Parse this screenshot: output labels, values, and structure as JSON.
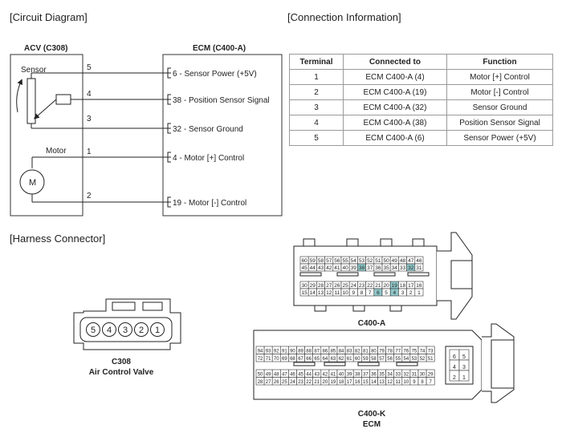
{
  "headings": {
    "circuit": "[Circuit Diagram]",
    "connection": "[Connection Information]",
    "harness": "[Harness Connector]"
  },
  "circuit": {
    "acv_title": "ACV (C308)",
    "ecm_title": "ECM (C400-A)",
    "sensor_label": "Sensor",
    "motor_label": "Motor",
    "motor_symbol": "M",
    "wires": [
      {
        "pin": "5",
        "ecm_label": "6 - Sensor Power (+5V)"
      },
      {
        "pin": "4",
        "ecm_label": "38 - Position Sensor Signal"
      },
      {
        "pin": "3",
        "ecm_label": "32 - Sensor Ground"
      },
      {
        "pin": "1",
        "ecm_label": "4 - Motor [+] Control"
      },
      {
        "pin": "2",
        "ecm_label": "19 - Motor [-] Control"
      }
    ]
  },
  "connection_table": {
    "headers": [
      "Terminal",
      "Connected to",
      "Function"
    ],
    "rows": [
      [
        "1",
        "ECM C400-A (4)",
        "Motor [+] Control"
      ],
      [
        "2",
        "ECM C400-A (19)",
        "Motor [-] Control"
      ],
      [
        "3",
        "ECM C400-A (32)",
        "Sensor Ground"
      ],
      [
        "4",
        "ECM C400-A (38)",
        "Position Sensor Signal"
      ],
      [
        "5",
        "ECM C400-A (6)",
        "Sensor Power (+5V)"
      ]
    ]
  },
  "harness": {
    "c308": {
      "pins": [
        "5",
        "4",
        "3",
        "2",
        "1"
      ],
      "name": "C308",
      "desc": "Air Control Valve"
    },
    "c400a": {
      "label": "C400-A",
      "row1": [
        "60",
        "59",
        "58",
        "57",
        "56",
        "55",
        "54",
        "53",
        "52",
        "51",
        "50",
        "49",
        "48",
        "47",
        "46"
      ],
      "row2": [
        "45",
        "44",
        "43",
        "42",
        "41",
        "40",
        "39",
        "38",
        "37",
        "36",
        "35",
        "34",
        "33",
        "32",
        "31"
      ],
      "row3": [
        "30",
        "29",
        "28",
        "27",
        "26",
        "25",
        "24",
        "23",
        "22",
        "21",
        "20",
        "19",
        "18",
        "17",
        "16"
      ],
      "row4": [
        "15",
        "14",
        "13",
        "12",
        "11",
        "10",
        "9",
        "8",
        "7",
        "6",
        "5",
        "4",
        "3",
        "2",
        "1"
      ],
      "highlighted": [
        "38",
        "32",
        "19",
        "6",
        "4"
      ],
      "highlight_color": "#8fc7c9"
    },
    "c400k": {
      "label": "C400-K",
      "sublabel": "ECM",
      "row1": [
        "94",
        "93",
        "92",
        "91",
        "90",
        "89",
        "88",
        "87",
        "86",
        "85",
        "84",
        "83",
        "82",
        "81",
        "80",
        "79",
        "78",
        "77",
        "76",
        "75",
        "74",
        "73"
      ],
      "row2": [
        "72",
        "71",
        "70",
        "69",
        "68",
        "67",
        "66",
        "65",
        "64",
        "63",
        "62",
        "61",
        "60",
        "59",
        "58",
        "57",
        "56",
        "55",
        "54",
        "53",
        "52",
        "51"
      ],
      "row3": [
        "50",
        "49",
        "48",
        "47",
        "46",
        "45",
        "44",
        "43",
        "42",
        "41",
        "40",
        "39",
        "38",
        "37",
        "36",
        "35",
        "34",
        "33",
        "32",
        "31",
        "30",
        "29"
      ],
      "row4": [
        "28",
        "27",
        "26",
        "25",
        "24",
        "23",
        "22",
        "21",
        "20",
        "19",
        "18",
        "17",
        "16",
        "15",
        "14",
        "13",
        "12",
        "11",
        "10",
        "9",
        "8",
        "7"
      ],
      "side_pins": [
        "6",
        "5",
        "4",
        "3",
        "2",
        "1"
      ]
    }
  }
}
